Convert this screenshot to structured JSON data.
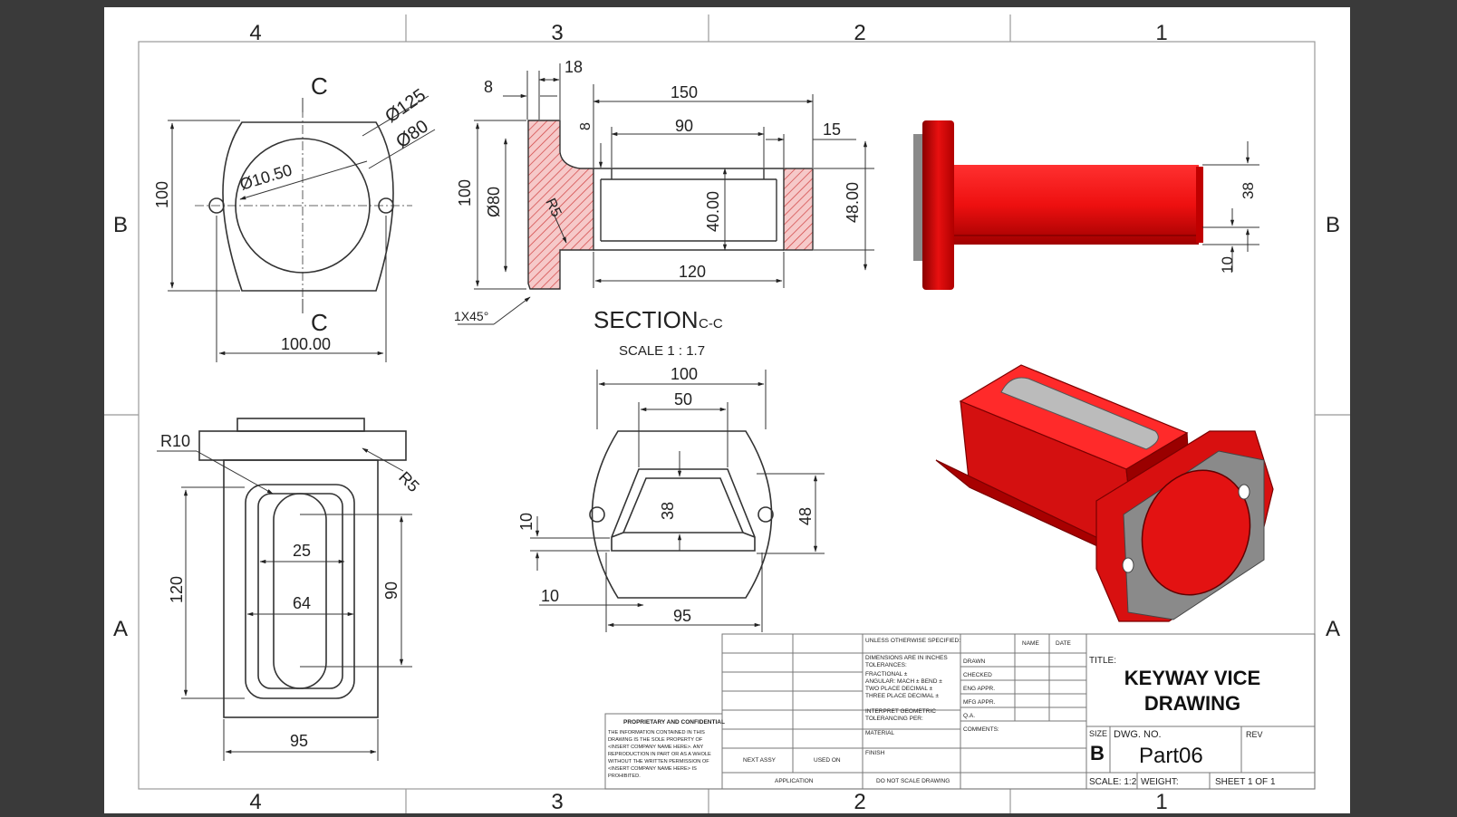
{
  "sheet": {
    "zone_columns": [
      "4",
      "3",
      "2",
      "1"
    ],
    "zone_rows": [
      "B",
      "A"
    ]
  },
  "front_view": {
    "section_marker": "C",
    "dims": {
      "d125": "Ø125",
      "d80": "Ø80",
      "d10_50": "Ø10.50",
      "height": "100",
      "width": "100.00"
    }
  },
  "section_view": {
    "title": "SECTION",
    "title_suffix": "C-C",
    "scale": "SCALE 1 : 1.7",
    "dims": {
      "d8": "8",
      "d18": "18",
      "d150": "150",
      "d8b": "8",
      "d90": "90",
      "d15": "15",
      "d100": "100",
      "d80": "Ø80",
      "r5": "R5",
      "d40": "40.00",
      "d48": "48.00",
      "d120": "120",
      "chamfer": "1X45°"
    }
  },
  "side_view": {
    "dims": {
      "d38": "38",
      "d10": "10"
    }
  },
  "top_view": {
    "dims": {
      "r10": "R10",
      "r5": "R5",
      "d25": "25",
      "d64": "64",
      "d120": "120",
      "d90": "90",
      "d95": "95"
    }
  },
  "back_view": {
    "dims": {
      "d100": "100",
      "d50": "50",
      "d38": "38",
      "d48": "48",
      "d10a": "10",
      "d10b": "10",
      "d95": "95"
    }
  },
  "title_block": {
    "unless_specified": "UNLESS OTHERWISE SPECIFIED:",
    "dimensions_note": "DIMENSIONS ARE IN INCHES",
    "tolerances": "TOLERANCES:",
    "fractional": "FRACTIONAL ±",
    "angular": "ANGULAR: MACH ±    BEND ±",
    "two_place": "TWO PLACE DECIMAL    ±",
    "three_place": "THREE PLACE DECIMAL  ±",
    "interpret": "INTERPRET GEOMETRIC",
    "tolerancing": "TOLERANCING PER:",
    "material": "MATERIAL",
    "finish": "FINISH",
    "do_not_scale": "DO NOT SCALE DRAWING",
    "next_assy": "NEXT ASSY",
    "used_on": "USED ON",
    "application": "APPLICATION",
    "name_col": "NAME",
    "date_col": "DATE",
    "rows": [
      "DRAWN",
      "CHECKED",
      "ENG APPR.",
      "MFG APPR.",
      "Q.A.",
      "COMMENTS:"
    ],
    "title_label": "TITLE:",
    "title_line1": "KEYWAY VICE",
    "title_line2": "DRAWING",
    "size_label": "SIZE",
    "size_value": "B",
    "dwg_no_label": "DWG.  NO.",
    "dwg_no_value": "Part06",
    "rev_label": "REV",
    "scale": "SCALE: 1:2",
    "weight": "WEIGHT:",
    "sheet": "SHEET 1 OF 1",
    "proprietary_title": "PROPRIETARY AND CONFIDENTIAL",
    "proprietary_lines": [
      "THE INFORMATION CONTAINED IN THIS",
      "DRAWING IS THE SOLE PROPERTY OF",
      "<INSERT COMPANY NAME HERE>.  ANY",
      "REPRODUCTION IN PART OR AS A WHOLE",
      "WITHOUT THE WRITTEN PERMISSION OF",
      "<INSERT COMPANY NAME HERE> IS",
      "PROHIBITED."
    ]
  },
  "colors": {
    "background": "#3a3a3a",
    "part_red": "#e01010",
    "hatch": "#e07070",
    "steel": "#8a8a8a"
  }
}
